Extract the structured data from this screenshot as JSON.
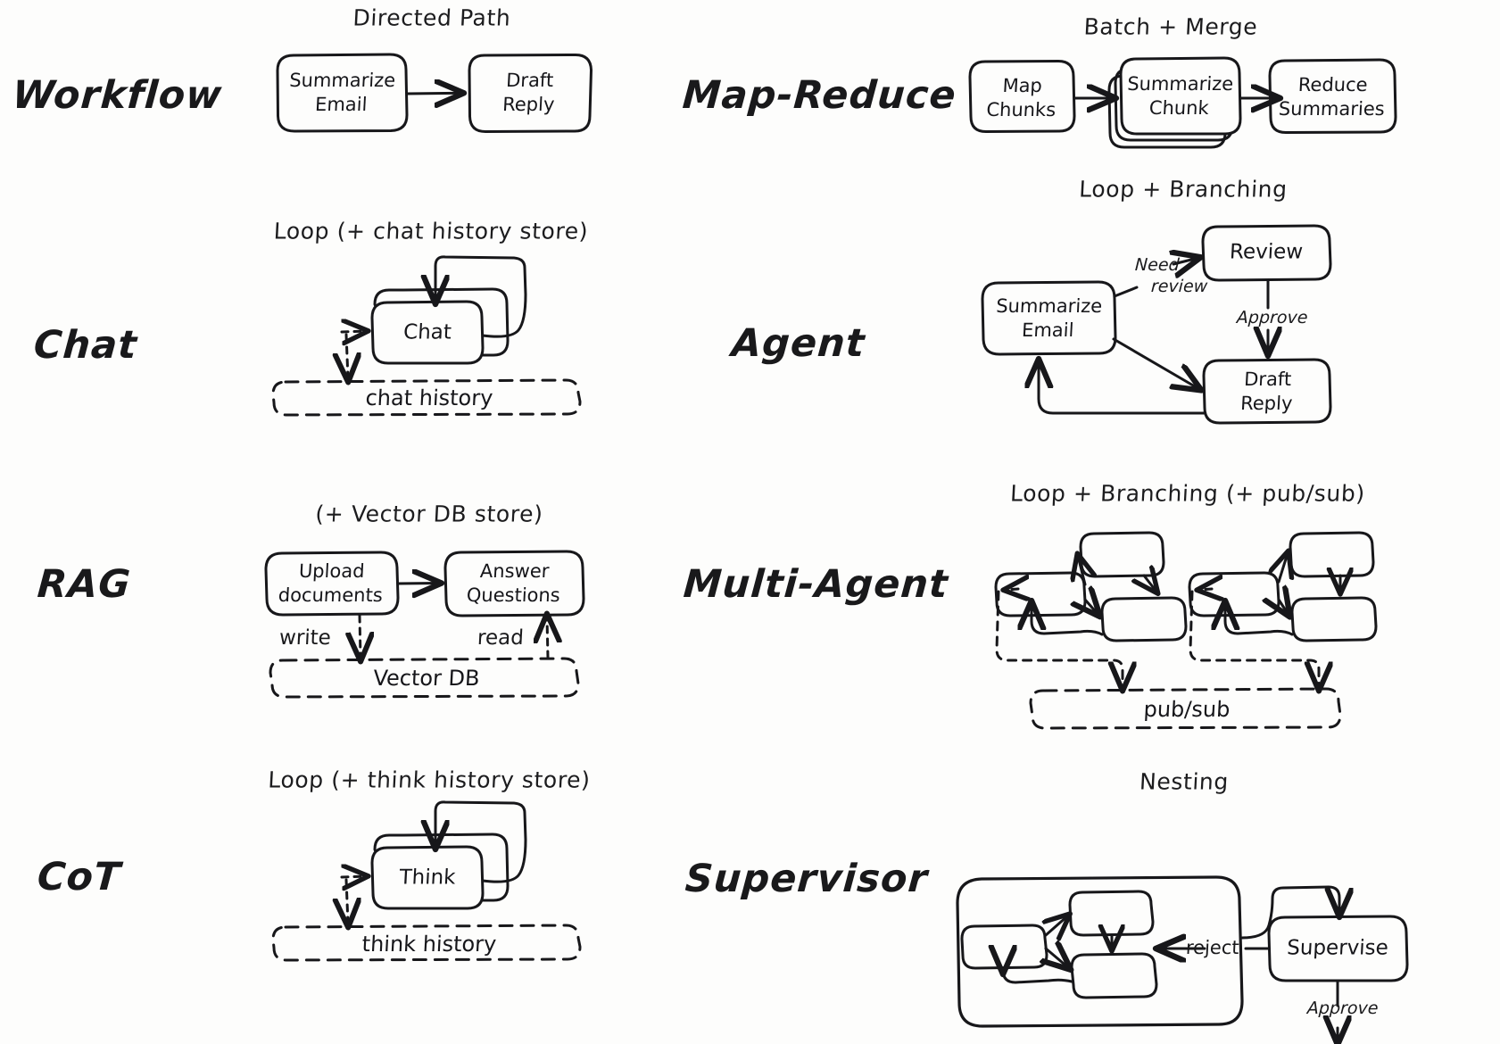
{
  "meta": {
    "title": "Agentic Pattern Comparison Diagram",
    "background_color": "#fdfdfc",
    "stroke_color": "#17171a",
    "style": "hand-drawn / excalidraw"
  },
  "rows": [
    {
      "id": "workflow",
      "label": "Workflow",
      "caption": "Directed Path",
      "nodes": [
        "Summarize\nEmail",
        "Draft\nReply"
      ],
      "edges": [
        {
          "from": "Summarize Email",
          "to": "Draft Reply",
          "label": ""
        }
      ],
      "stores": []
    },
    {
      "id": "map-reduce",
      "label": "Map-Reduce",
      "caption": "Batch + Merge",
      "nodes": [
        "Map\nChunks",
        "Summarize\nChunk",
        "Reduce\nSummaries"
      ],
      "stacked_node": "Summarize Chunk",
      "stack_depth": 3,
      "edges": [
        {
          "from": "Map Chunks",
          "to": "Summarize Chunk",
          "label": ""
        },
        {
          "from": "Summarize Chunk",
          "to": "Reduce Summaries",
          "label": ""
        }
      ],
      "stores": []
    },
    {
      "id": "chat",
      "label": "Chat",
      "caption": "Loop (+ chat history store)",
      "nodes": [
        "Chat"
      ],
      "stacked_node": "Chat",
      "stack_depth": 2,
      "edges": [
        {
          "from": "Chat",
          "to": "Chat",
          "label": "",
          "type": "self-loop"
        }
      ],
      "stores": [
        "chat history"
      ]
    },
    {
      "id": "agent",
      "label": "Agent",
      "caption": "Loop + Branching",
      "nodes": [
        "Summarize\nEmail",
        "Review",
        "Draft\nReply"
      ],
      "edges": [
        {
          "from": "Summarize Email",
          "to": "Review",
          "label": "Need\nreview"
        },
        {
          "from": "Review",
          "to": "Draft Reply",
          "label": "Approve"
        },
        {
          "from": "Summarize Email",
          "to": "Draft Reply",
          "label": ""
        },
        {
          "from": "Draft Reply",
          "to": "Summarize Email",
          "label": "",
          "type": "loop-back"
        }
      ],
      "stores": []
    },
    {
      "id": "rag",
      "label": "RAG",
      "caption": "(+ Vector DB store)",
      "nodes": [
        "Upload\ndocuments",
        "Answer\nQuestions"
      ],
      "edges": [
        {
          "from": "Upload documents",
          "to": "Answer Questions",
          "label": ""
        },
        {
          "from": "Upload documents",
          "to": "Vector DB",
          "label": "write"
        },
        {
          "from": "Vector DB",
          "to": "Answer Questions",
          "label": "read"
        }
      ],
      "stores": [
        "Vector DB"
      ]
    },
    {
      "id": "multi-agent",
      "label": "Multi-Agent",
      "caption": "Loop + Branching (+ pub/sub)",
      "nodes": [
        "",
        "",
        "",
        "",
        "",
        ""
      ],
      "subgraph_count": 2,
      "nodes_per_subgraph": 3,
      "edges": [],
      "stores": [
        "pub/sub"
      ]
    },
    {
      "id": "cot",
      "label": "CoT",
      "caption": "Loop (+ think history store)",
      "nodes": [
        "Think"
      ],
      "stacked_node": "Think",
      "stack_depth": 2,
      "edges": [
        {
          "from": "Think",
          "to": "Think",
          "label": "",
          "type": "self-loop"
        }
      ],
      "stores": [
        "think history"
      ]
    },
    {
      "id": "supervisor",
      "label": "Supervisor",
      "caption": "Nesting",
      "nodes": [
        "",
        "",
        "",
        "Supervise"
      ],
      "nested_group": true,
      "edges": [
        {
          "from": "nested-group",
          "to": "Supervise",
          "label": ""
        },
        {
          "from": "Supervise",
          "to": "nested-group",
          "label": "reject"
        },
        {
          "from": "Supervise",
          "to": "",
          "label": "Approve"
        }
      ],
      "stores": []
    }
  ],
  "labels": {
    "workflow": "Workflow",
    "map_reduce": "Map-Reduce",
    "chat": "Chat",
    "agent": "Agent",
    "rag": "RAG",
    "multi_agent": "Multi-Agent",
    "cot": "CoT",
    "supervisor": "Supervisor"
  },
  "captions": {
    "directed_path": "Directed Path",
    "batch_merge": "Batch + Merge",
    "loop_chat": "Loop (+ chat history store)",
    "loop_branching": "Loop + Branching",
    "vector_db_store": "(+ Vector DB store)",
    "loop_branching_pubsub": "Loop + Branching (+ pub/sub)",
    "loop_think": "Loop (+ think history store)",
    "nesting": "Nesting"
  },
  "nodes": {
    "summarize_email": "Summarize\nEmail",
    "draft_reply": "Draft\nReply",
    "map_chunks": "Map\nChunks",
    "summarize_chunk": "Summarize\nChunk",
    "reduce_summaries": "Reduce\nSummaries",
    "chat": "Chat",
    "review": "Review",
    "agent_summarize_email": "Summarize\nEmail",
    "agent_draft_reply": "Draft\nReply",
    "upload_documents": "Upload\ndocuments",
    "answer_questions": "Answer\nQuestions",
    "think": "Think",
    "supervise": "Supervise"
  },
  "stores": {
    "chat_history": "chat history",
    "vector_db": "Vector DB",
    "pub_sub": "pub/sub",
    "think_history": "think history"
  },
  "edge_labels": {
    "need_review_l1": "Need",
    "need_review_l2": "review",
    "approve": "Approve",
    "write": "write",
    "read": "read",
    "reject": "reject",
    "supervisor_approve": "Approve"
  }
}
